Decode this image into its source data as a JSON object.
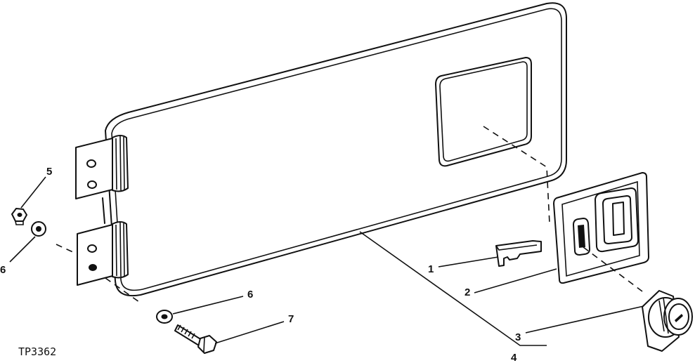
{
  "figure": {
    "code": "TP3362",
    "callouts": [
      "1",
      "2",
      "3",
      "4",
      "5",
      "6",
      "6",
      "7"
    ]
  }
}
